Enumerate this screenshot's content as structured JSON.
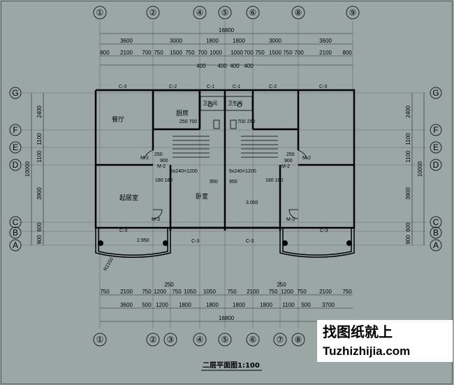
{
  "axes_top": [
    "①",
    "②",
    "④",
    "⑤",
    "⑥",
    "⑧",
    "⑨"
  ],
  "axes_bottom": [
    "①",
    "②",
    "③",
    "④",
    "⑤",
    "⑥",
    "⑦",
    "⑧"
  ],
  "axes_left": [
    "G",
    "F",
    "E",
    "D",
    "C",
    "B",
    "A"
  ],
  "axes_right": [
    "G",
    "F",
    "E",
    "D",
    "C",
    "B",
    "A"
  ],
  "dims_top_row1": [
    "3600",
    "3000",
    "1800",
    "1800",
    "3000",
    "3600"
  ],
  "dims_top_total": "16800",
  "dims_top_row2": [
    "800",
    "2100",
    "700",
    "750",
    "1500",
    "750",
    "700",
    "1000",
    "1000",
    "700",
    "750",
    "1500",
    "750",
    "700",
    "2100",
    "800"
  ],
  "dims_top_row3": [
    "400",
    "400",
    "400",
    "400"
  ],
  "dims_left": [
    "2400",
    "1100",
    "1100",
    "3900",
    "600",
    "900"
  ],
  "dims_left_total": "10000",
  "dims_right": [
    "2400",
    "1100",
    "1100",
    "3900",
    "600",
    "900"
  ],
  "dims_right_total": "10000",
  "dims_bottom_row1": [
    "750",
    "2100",
    "750",
    "1200",
    "750",
    "1050",
    "1050",
    "750",
    "2100",
    "750",
    "1200",
    "750",
    "2100",
    "750"
  ],
  "dims_bottom_extra": [
    "250",
    "250"
  ],
  "dims_bottom_row2": [
    "3600",
    "500",
    "1200",
    "1800",
    "1800",
    "1800",
    "1800",
    "1100",
    "500",
    "3700"
  ],
  "dims_bottom_total": "16800",
  "rooms": {
    "dining": "餐厅",
    "kitchen": "厨房",
    "toilet_l": "卫生间",
    "toilet_r": "卫生间",
    "living": "起居室",
    "bedroom": "卧室"
  },
  "windows": {
    "c3": "C-3",
    "c2": "C-2",
    "c1": "C-1",
    "m2": "M-2",
    "m3": "M-3"
  },
  "stair_notes": {
    "left": "5x240=1200",
    "right": "5x240=1200"
  },
  "interior_dims": {
    "d250_700": "250 700",
    "d700_250": "700 250",
    "d900": "900",
    "d180": "180 180",
    "d950": "950",
    "d250": "250"
  },
  "levels": {
    "l2950": "2.950",
    "l3000": "3.000"
  },
  "radius_note": "R2150",
  "drawing_title": "二层平面图1:100",
  "watermark": {
    "cn": "找图纸就上",
    "url": "Tuzhizhijia.com"
  }
}
